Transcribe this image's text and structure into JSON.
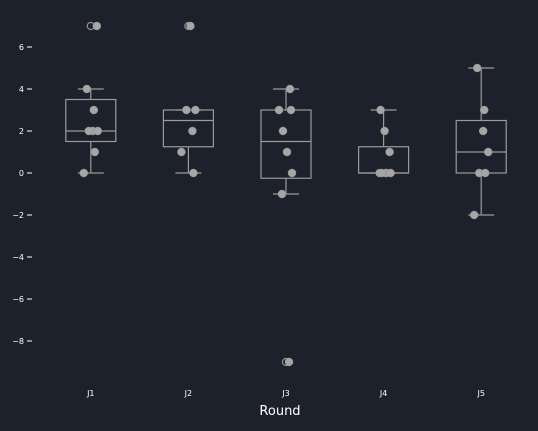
{
  "chart_data": {
    "type": "box",
    "xlabel": "Round",
    "ylabel": "",
    "categories": [
      "J1",
      "J2",
      "J3",
      "J4",
      "J5"
    ],
    "ylim": [
      -10,
      7.5
    ],
    "yticks": [
      -8,
      -6,
      -4,
      -2,
      0,
      2,
      4,
      6
    ],
    "ytick_labels": [
      "−8",
      "−6",
      "−4",
      "−2",
      "0",
      "2",
      "4",
      "6"
    ],
    "grid": false,
    "boxes": [
      {
        "category": "J1",
        "q1": 1.5,
        "median": 2,
        "q3": 3.5,
        "whisker_low": 0,
        "whisker_high": 4,
        "outliers": [
          7
        ]
      },
      {
        "category": "J2",
        "q1": 1.25,
        "median": 2.5,
        "q3": 3,
        "whisker_low": 0,
        "whisker_high": 3,
        "outliers": [
          7
        ]
      },
      {
        "category": "J3",
        "q1": -0.25,
        "median": 1.5,
        "q3": 3,
        "whisker_low": -1,
        "whisker_high": 4,
        "outliers": [
          -9
        ]
      },
      {
        "category": "J4",
        "q1": 0,
        "median": 0,
        "q3": 1.25,
        "whisker_low": 0,
        "whisker_high": 3,
        "outliers": []
      },
      {
        "category": "J5",
        "q1": 0,
        "median": 1,
        "q3": 2.5,
        "whisker_low": -2,
        "whisker_high": 5,
        "outliers": []
      }
    ],
    "points": [
      {
        "category": "J1",
        "values": [
          7,
          4,
          3,
          2,
          2,
          2,
          1,
          0
        ]
      },
      {
        "category": "J2",
        "values": [
          7,
          3,
          3,
          2,
          1,
          0
        ]
      },
      {
        "category": "J3",
        "values": [
          4,
          3,
          3,
          2,
          1,
          0,
          -1,
          -9
        ]
      },
      {
        "category": "J4",
        "values": [
          3,
          2,
          1,
          0,
          0,
          0,
          0,
          0
        ]
      },
      {
        "category": "J5",
        "values": [
          5,
          3,
          2,
          1,
          0,
          0,
          -2
        ]
      }
    ],
    "colors": {
      "background": "#1c212b",
      "box_line": "#9a9a9a",
      "point": "#a6a6a6",
      "text": "#ffffff"
    }
  }
}
